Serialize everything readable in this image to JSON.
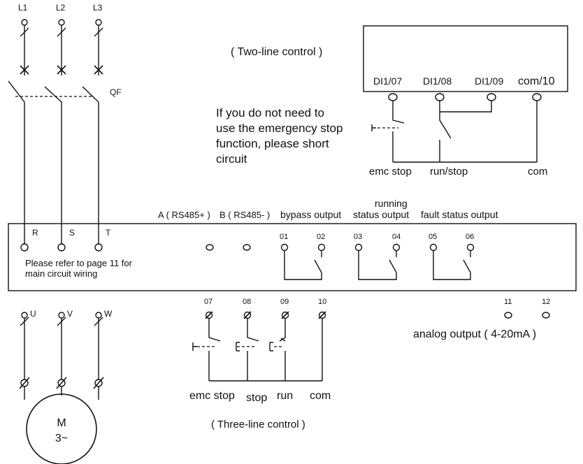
{
  "phases": {
    "l1": "L1",
    "l2": "L2",
    "l3": "L3",
    "breaker": "QF"
  },
  "two_line": {
    "title": "( Two-line control )",
    "terminals": [
      "DI1/07",
      "DI1/08",
      "DI1/09",
      "com/10"
    ],
    "note_lines": [
      "If you do not need to",
      "use the emergency stop",
      "function, please short",
      "circuit"
    ],
    "labels": [
      "emc stop",
      "run/stop",
      "com"
    ]
  },
  "softstarter": {
    "inputs": [
      "R",
      "S",
      "T"
    ],
    "rs485_a": "A ( RS485+ )",
    "rs485_b": "B ( RS485- )",
    "bypass_output": "bypass output",
    "running_status_line1": "running",
    "running_status_line2": "status output",
    "fault_status_output": "fault status output",
    "relay_terminals": [
      "01",
      "02",
      "03",
      "04",
      "05",
      "06"
    ],
    "note_line1": "Please refer to page 11 for",
    "note_line2": "main circuit wiring"
  },
  "motor_side": {
    "outputs": [
      "U",
      "V",
      "W"
    ],
    "motor": "M",
    "motor_type": "3~"
  },
  "three_line": {
    "terminals": [
      "07",
      "08",
      "09",
      "10"
    ],
    "labels": [
      "emc stop",
      "stop",
      "run",
      "com"
    ],
    "title": "( Three-line control )"
  },
  "analog": {
    "terminals": [
      "11",
      "12"
    ],
    "label": "analog output ( 4-20mA )"
  }
}
